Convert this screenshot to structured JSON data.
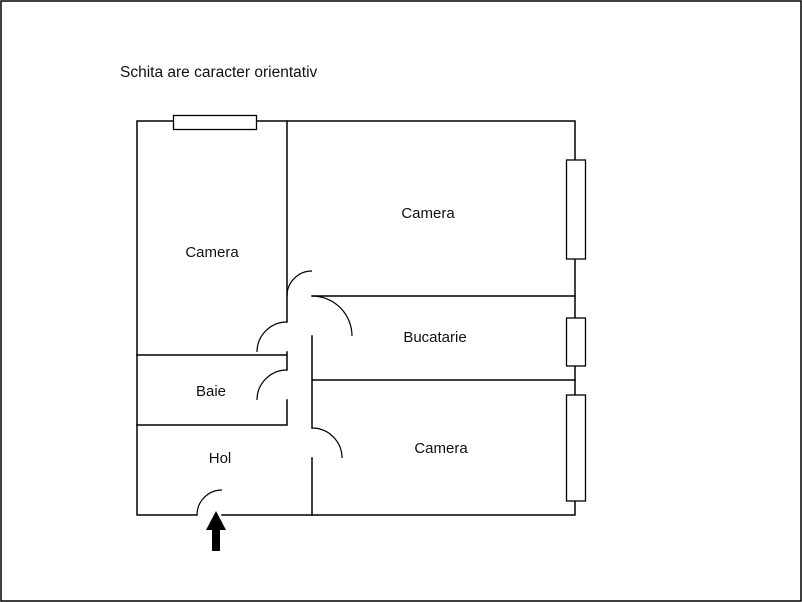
{
  "page": {
    "title": "Schita are caracter orientativ"
  },
  "floorplan": {
    "rooms": [
      {
        "id": "camera-left",
        "label": "Camera"
      },
      {
        "id": "camera-top",
        "label": "Camera"
      },
      {
        "id": "bucatarie",
        "label": "Bucatarie"
      },
      {
        "id": "camera-bottom",
        "label": "Camera"
      },
      {
        "id": "baie",
        "label": "Baie"
      },
      {
        "id": "hol",
        "label": "Hol"
      }
    ],
    "icons": {
      "entrance_arrow": "entrance-arrow"
    },
    "colors": {
      "wall": "#000000",
      "background": "#ffffff",
      "text": "#111111"
    }
  }
}
